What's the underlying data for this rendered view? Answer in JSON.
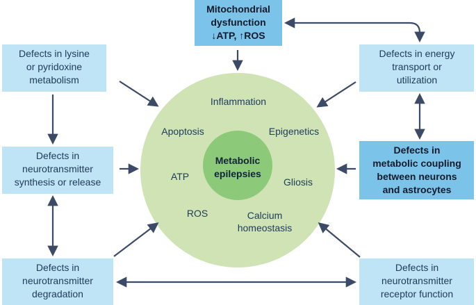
{
  "colors": {
    "light_box": "#bfe4f5",
    "dark_box": "#7cc3ea",
    "outer_circle": "#cfe3b5",
    "inner_circle": "#8cc978",
    "arrow": "#3b4a66"
  },
  "top_box": {
    "lines": [
      "Mitochondrial",
      "dysfunction",
      "↓ATP, ↑ROS"
    ]
  },
  "left_top_box": {
    "lines": [
      "Defects in lysine",
      "or pyridoxine",
      "metabolism"
    ]
  },
  "right_top_box": {
    "lines": [
      "Defects in energy",
      "transport or",
      "utilization"
    ]
  },
  "left_mid_box": {
    "lines": [
      "Defects in",
      "neurotransmitter",
      "synthesis or release"
    ]
  },
  "right_mid_box": {
    "lines": [
      "Defects in",
      "metabolic coupling",
      "between neurons",
      "and astrocytes"
    ]
  },
  "left_bottom_box": {
    "lines": [
      "Defects in",
      "neurotransmitter",
      "degradation"
    ]
  },
  "right_bottom_box": {
    "lines": [
      "Defects in",
      "neurotransmitter",
      "receptor function"
    ]
  },
  "center": {
    "lines": [
      "Metabolic",
      "epilepsies"
    ]
  },
  "factors": {
    "inflammation": "Inflammation",
    "apoptosis": "Apoptosis",
    "epigenetics": "Epigenetics",
    "atp": "ATP",
    "gliosis": "Gliosis",
    "ros": "ROS",
    "calcium_line1": "Calcium",
    "calcium_line2": "homeostasis"
  }
}
